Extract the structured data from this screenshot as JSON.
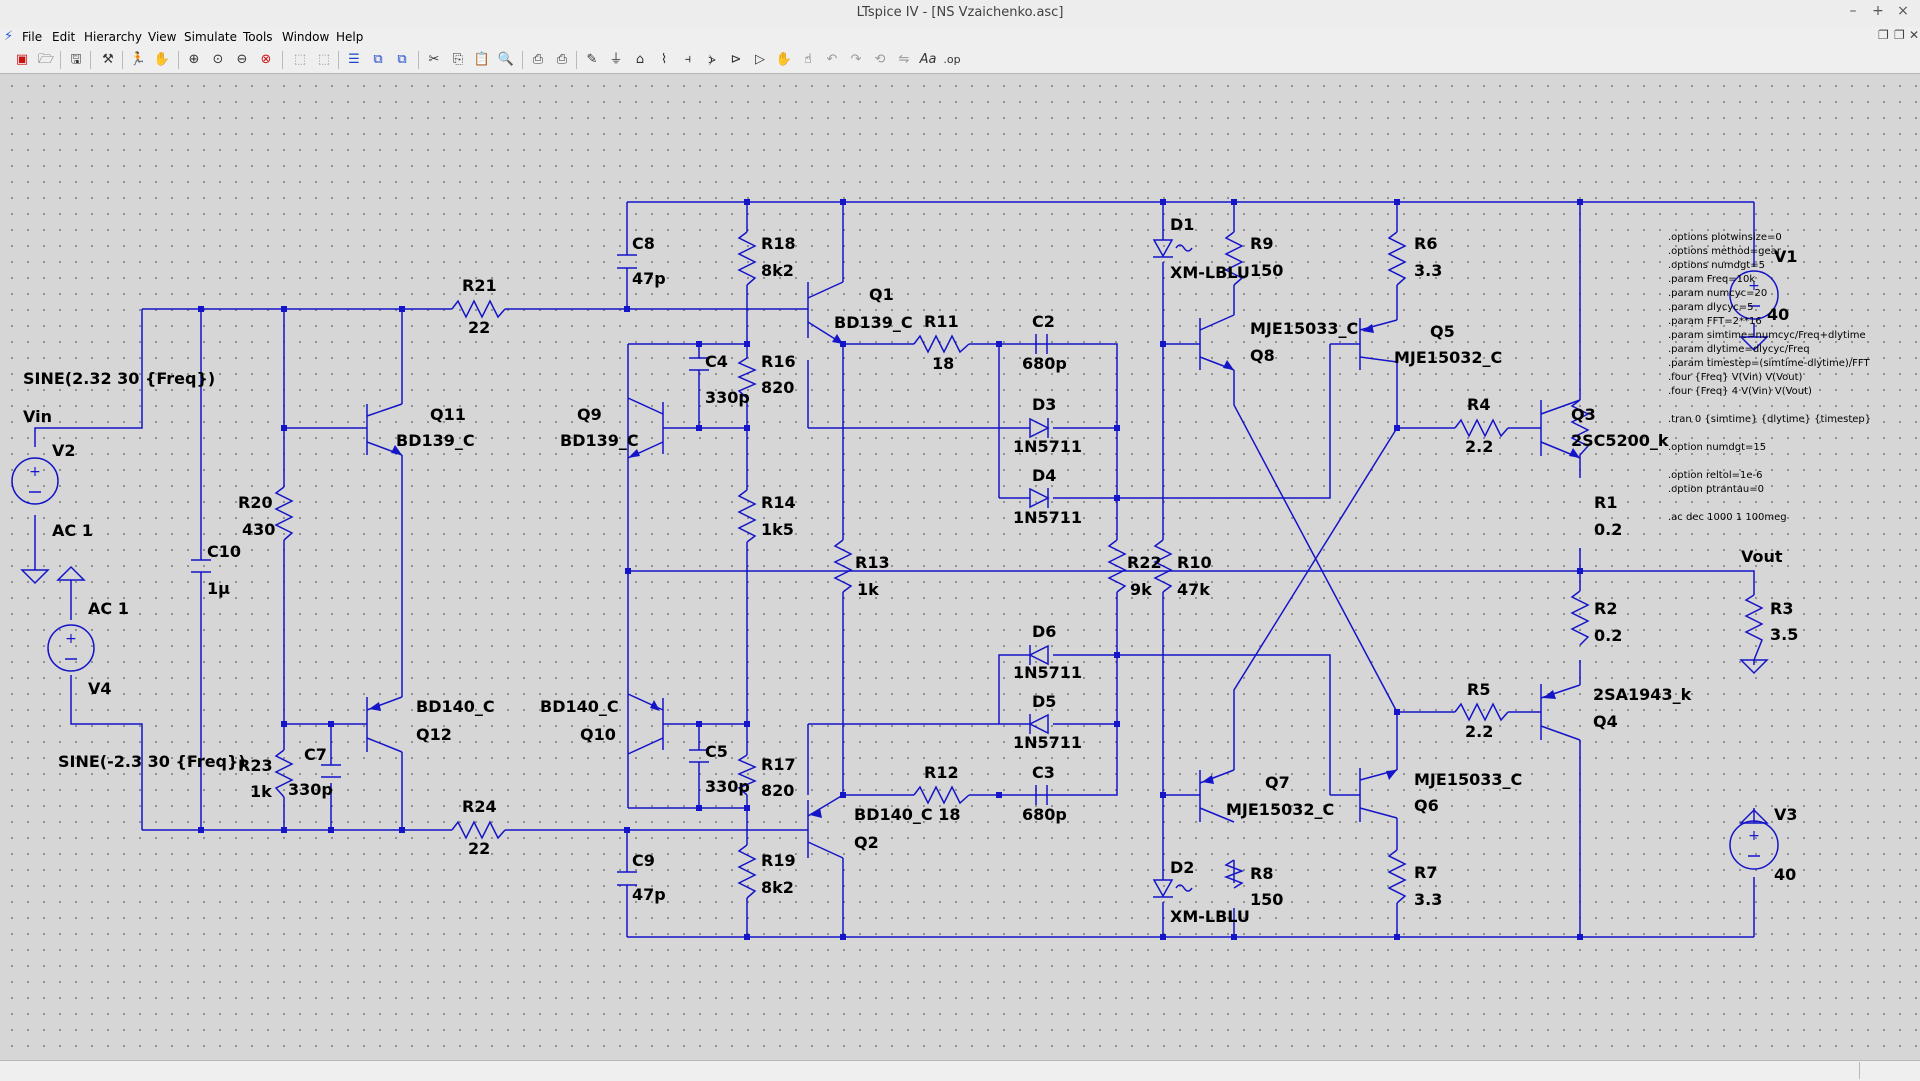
{
  "window": {
    "title": "LTspice IV - [NS Vzaichenko.asc]"
  },
  "menu": [
    "File",
    "Edit",
    "Hierarchy",
    "View",
    "Simulate",
    "Tools",
    "Window",
    "Help"
  ],
  "schematic": {
    "wire_color": "#1414c8",
    "labels": {
      "R21": "R21",
      "R21v": "22",
      "R24": "R24",
      "R24v": "22",
      "C8": "C8",
      "C8v": "47p",
      "C9": "C9",
      "C9v": "47p",
      "R18": "R18",
      "R18v": "8k2",
      "R19": "R19",
      "R19v": "8k2",
      "C4": "C4",
      "C4v": "330p",
      "C5": "C5",
      "C5v": "330p",
      "R16": "R16",
      "R16v": "820",
      "R17": "R17",
      "R17v": "820",
      "R14": "R14",
      "R14v": "1k5",
      "R13": "R13",
      "R13v": "1k",
      "Q1": "Q1",
      "Q1m": "BD139_C",
      "Q2": "Q2",
      "Q2m": "BD140_C 18",
      "R11": "R11",
      "R11v": "18",
      "R12": "R12",
      "C2": "C2",
      "C2v": "680p",
      "C3": "C3",
      "C3v": "680p",
      "D3": "D3",
      "D3m": "1N5711",
      "D4": "D4",
      "D4m": "1N5711",
      "D5": "D5",
      "D5m": "1N5711",
      "D6": "D6",
      "D6m": "1N5711",
      "Q9": "Q9",
      "Q9m": "BD139_C",
      "Q10": "Q10",
      "Q10m": "BD140_C",
      "Q11": "Q11",
      "Q11m": "BD139_C",
      "Q12": "Q12",
      "Q12m": "BD140_C",
      "R20": "R20",
      "R20v": "430",
      "R23": "R23",
      "R23v": "1k",
      "C7": "C7",
      "C7v": "330p",
      "C10": "C10",
      "C10v": "1µ",
      "Vin": "Vin",
      "V2": "V2",
      "V2ac": "AC 1",
      "V2sine": "SINE(2.32 30 {Freq})",
      "V4": "V4",
      "V4ac": "AC 1",
      "V4sine": "SINE(-2.3 30 {Freq})",
      "R22": "R22",
      "R22v": "9k",
      "R10": "R10",
      "R10v": "47k",
      "D1": "D1",
      "D1m": "XM-LBLU",
      "D2": "D2",
      "D2m": "XM-LBLU",
      "R9": "R9",
      "R9v": "150",
      "R8": "R8",
      "R8v": "150",
      "Q8": "Q8",
      "Q8m": "MJE15033_C",
      "Q7": "Q7",
      "Q7m": "MJE15032_C",
      "R6": "R6",
      "R6v": "3.3",
      "R7": "R7",
      "R7v": "3.3",
      "Q5": "Q5",
      "Q5m": "MJE15032_C",
      "Q6": "Q6",
      "Q6m": "MJE15033_C",
      "R4": "R4",
      "R4v": "2.2",
      "R5": "R5",
      "R5v": "2.2",
      "Q3": "Q3",
      "Q3m": "2SC5200_k",
      "Q4": "Q4",
      "Q4m": "2SA1943_k",
      "R1": "R1",
      "R1v": "0.2",
      "R2": "R2",
      "R2v": "0.2",
      "Vout": "Vout",
      "R3": "R3",
      "R3v": "3.5",
      "V1": "V1",
      "V1v": "40",
      "V3": "V3",
      "V3v": "40"
    },
    "directives": [
      ".options plotwinsize=0",
      ".options method=gear",
      ".options numdgt=5",
      ".param Freq=10k",
      ".param numcyc=20",
      ".param dlycyc=5",
      ".param FFT=2**16",
      ".param simtime=numcyc/Freq+dlytime",
      ".param dlytime=dlycyc/Freq",
      ".param timestep=(simtime-dlytime)/FFT",
      ".four {Freq} V(Vin) V(Vout)",
      ".four {Freq} 4 V(Vin) V(Vout)",
      ".tran 0 {simtime} {dlytime} {timestep}",
      ".option numdgt=15",
      ".option reltol=1e-6",
      ".option ptrantau=0",
      ".ac dec 1000 1 100meg"
    ]
  }
}
